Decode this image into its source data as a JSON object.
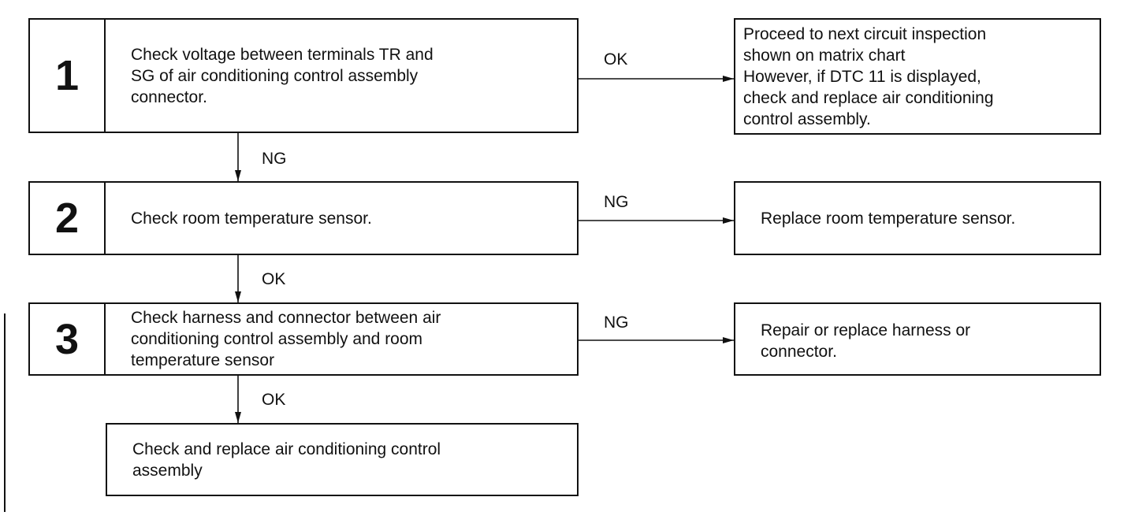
{
  "steps": [
    {
      "number": "1",
      "text": "Check voltage between terminals TR and\nSG of air conditioning control assembly\nconnector."
    },
    {
      "number": "2",
      "text": "Check room temperature sensor."
    },
    {
      "number": "3",
      "text": "Check harness and connector between air\nconditioning control assembly and room\ntemperature sensor"
    }
  ],
  "results": [
    {
      "condition": "OK",
      "text": "Proceed to next circuit inspection\nshown on matrix chart\n      However, if DTC 11 is displayed,\ncheck and replace air conditioning\ncontrol assembly."
    },
    {
      "condition": "NG",
      "text": "Replace room temperature sensor."
    },
    {
      "condition": "NG",
      "text": "Repair or replace harness or\nconnector."
    }
  ],
  "down_labels": [
    "NG",
    "OK",
    "OK"
  ],
  "final": {
    "text": "Check and replace air conditioning control\nassembly"
  }
}
